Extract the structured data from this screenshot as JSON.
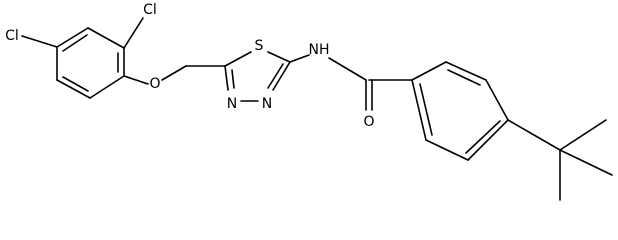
{
  "atom_labels": {
    "cl_top": "Cl",
    "cl_left": "Cl",
    "o_ether": "O",
    "s_ring": "S",
    "n_ring_left": "N",
    "n_ring_right": "N",
    "nh_amide": "NH",
    "o_carbonyl": "O"
  },
  "colors": {
    "bond": "#000000",
    "label": "#000000",
    "background": "#ffffff"
  }
}
